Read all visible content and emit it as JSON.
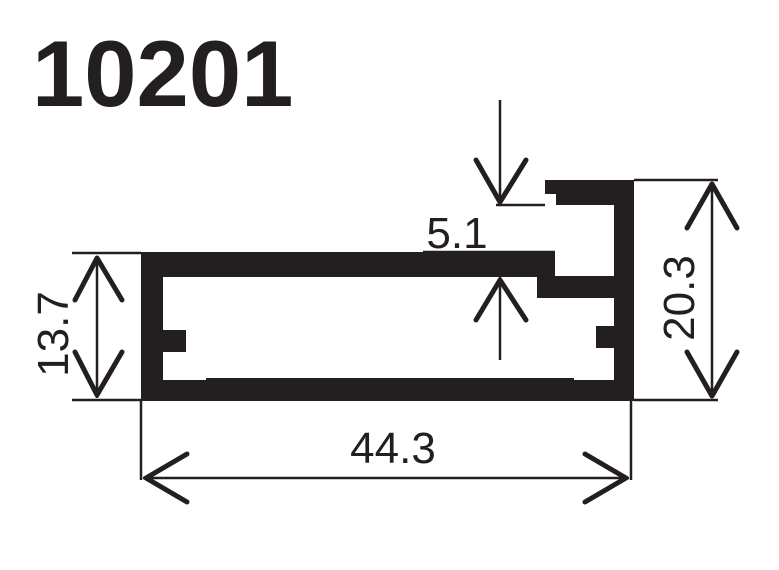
{
  "title": "10201",
  "dimensions": {
    "width": "44.3",
    "height_left": "13.7",
    "height_right": "20.3",
    "lip": "5.1"
  },
  "colors": {
    "ink": "#231f20",
    "background": "#ffffff"
  }
}
